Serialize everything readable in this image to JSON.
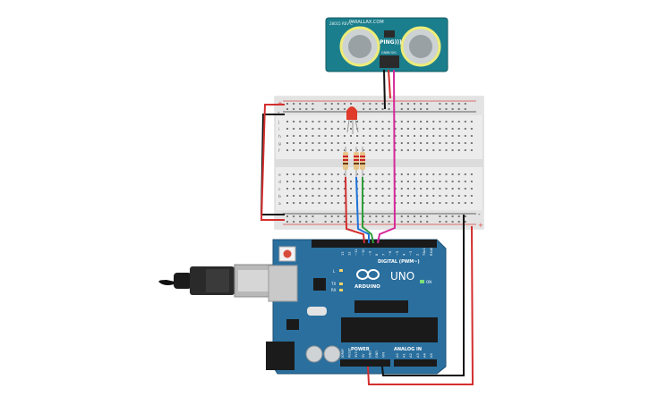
{
  "sensor": {
    "brand_top": "PARALLAX.COM",
    "code_left": "28015 REV C",
    "model": "PING)))",
    "pins": [
      "GND",
      "5V",
      "SIG"
    ]
  },
  "breadboard": {
    "row_letters_top": [
      "j",
      "i",
      "h",
      "g",
      "f"
    ],
    "row_letters_bottom": [
      "e",
      "d",
      "c",
      "b",
      "a"
    ],
    "rail_plus": "+",
    "rail_minus": "-"
  },
  "arduino": {
    "brand": "ARDUINO",
    "model": "UNO",
    "digital_label": "DIGITAL (PWM~)",
    "power_label": "POWER",
    "analog_label": "ANALOG IN",
    "on_label": "ON",
    "led_labels": [
      "L",
      "TX",
      "RX"
    ],
    "aref": "AREF",
    "gnd": "GND",
    "digital_pins": [
      "13",
      "12",
      "~11",
      "~10",
      "~9",
      "8",
      "7",
      "~6",
      "~5",
      "4",
      "~3",
      "2",
      "TX▸1",
      "RX◂0"
    ],
    "power_pins": [
      "IOREF",
      "RESET",
      "3V3",
      "5V",
      "GND",
      "GND",
      "VIN"
    ],
    "analog_pins": [
      "A0",
      "A1",
      "A2",
      "A3",
      "A4",
      "A5"
    ]
  },
  "colors": {
    "wire_red": "#d32f2f",
    "wire_black": "#111111",
    "wire_blue": "#1e73d8",
    "wire_green": "#2e9e3a",
    "wire_magenta": "#d6289a",
    "board_blue": "#2a6f9e",
    "sensor_teal": "#1b7e8c"
  }
}
